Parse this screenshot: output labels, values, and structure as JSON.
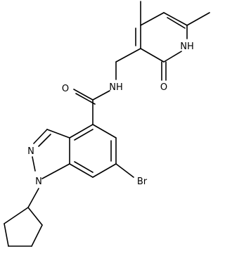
{
  "structure": {
    "atoms": {
      "carbonyl_oxygen": "O",
      "amide_nitrogen": "NH",
      "pyridone_nitrogen": "NH",
      "pyridone_oxygen": "O",
      "indazole_n2": "N",
      "indazole_n1": "N",
      "bromine": "Br"
    },
    "colors": {
      "bond": "#000000",
      "label": "#000000",
      "background": "#ffffff"
    }
  }
}
